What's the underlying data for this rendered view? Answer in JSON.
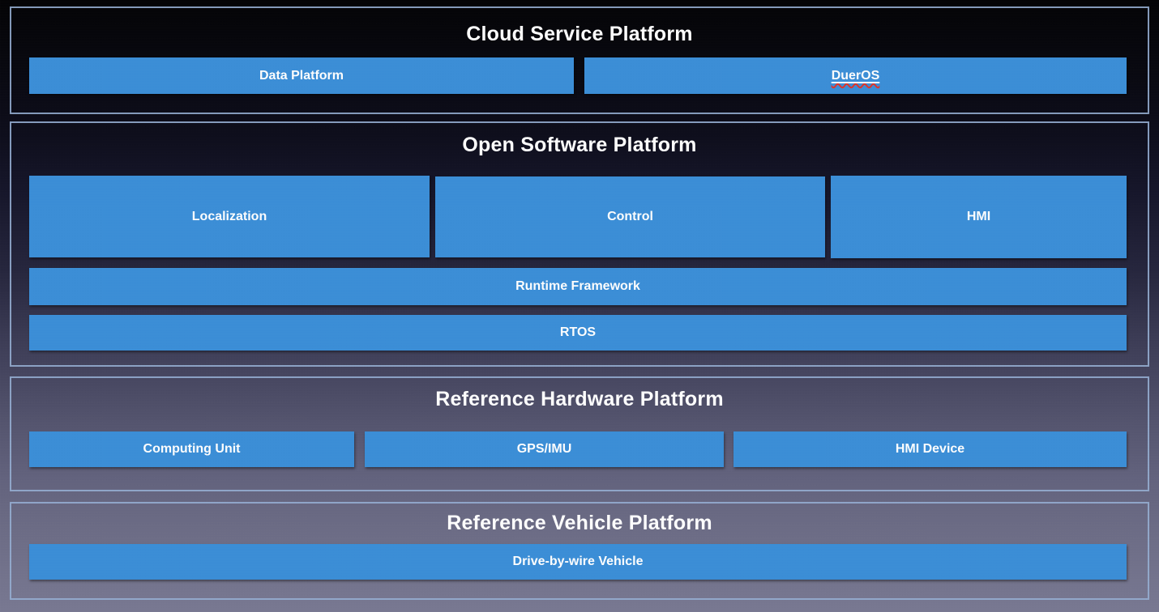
{
  "diagram": {
    "colors": {
      "box_fill": "#3a8ed8",
      "box_text": "#ffffff",
      "section_border": "#96afd4",
      "title_text": "#ffffff",
      "spellcheck_wavy_underline": "#e0342a",
      "background_top": "#020204",
      "background_bottom": "#787892"
    },
    "sections": [
      {
        "title": "Cloud Service Platform",
        "boxes": [
          {
            "label": "Data Platform"
          },
          {
            "label": "DuerOS"
          }
        ]
      },
      {
        "title": "Open Software Platform",
        "boxes": [
          {
            "label": "Localization"
          },
          {
            "label": "Control"
          },
          {
            "label": "HMI"
          },
          {
            "label": "Runtime Framework"
          },
          {
            "label": "RTOS"
          }
        ]
      },
      {
        "title": "Reference Hardware Platform",
        "boxes": [
          {
            "label": "Computing Unit"
          },
          {
            "label": "GPS/IMU"
          },
          {
            "label": "HMI Device"
          }
        ]
      },
      {
        "title": "Reference Vehicle Platform",
        "boxes": [
          {
            "label": "Drive-by-wire Vehicle"
          }
        ]
      }
    ]
  }
}
